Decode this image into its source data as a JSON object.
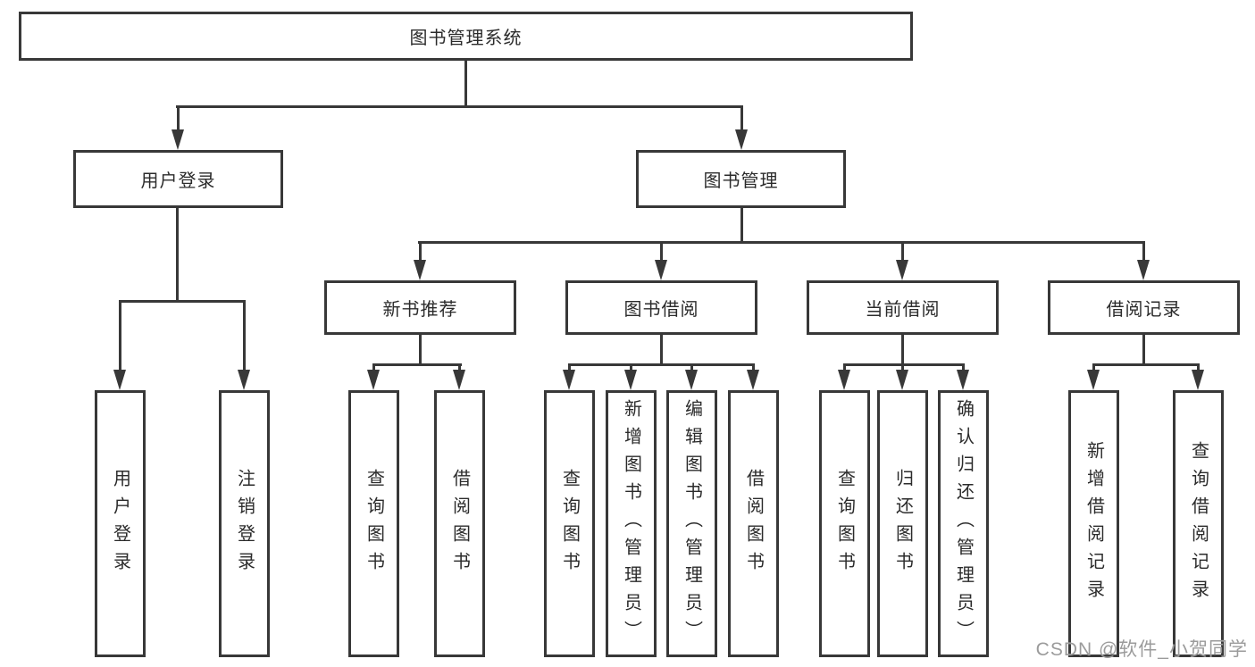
{
  "tree": {
    "root": "图书管理系统",
    "branches": [
      {
        "label": "用户登录",
        "children": [
          "用户登录",
          "注销登录"
        ]
      },
      {
        "label": "图书管理",
        "groups": [
          {
            "label": "新书推荐",
            "children": [
              "查询图书",
              "借阅图书"
            ]
          },
          {
            "label": "图书借阅",
            "children": [
              "查询图书",
              "新增图书（管理员）",
              "编辑图书（管理员）",
              "借阅图书"
            ]
          },
          {
            "label": "当前借阅",
            "children": [
              "查询图书",
              "归还图书",
              "确认归还（管理员）"
            ]
          },
          {
            "label": "借阅记录",
            "children": [
              "新增借阅记录",
              "查询借阅记录"
            ]
          }
        ]
      }
    ]
  },
  "watermark": "CSDN @软件_小贺同学",
  "colors": {
    "line": "#383838",
    "text": "#2b2b2b",
    "watermark": "#9b9b9b",
    "background": "#ffffff"
  }
}
